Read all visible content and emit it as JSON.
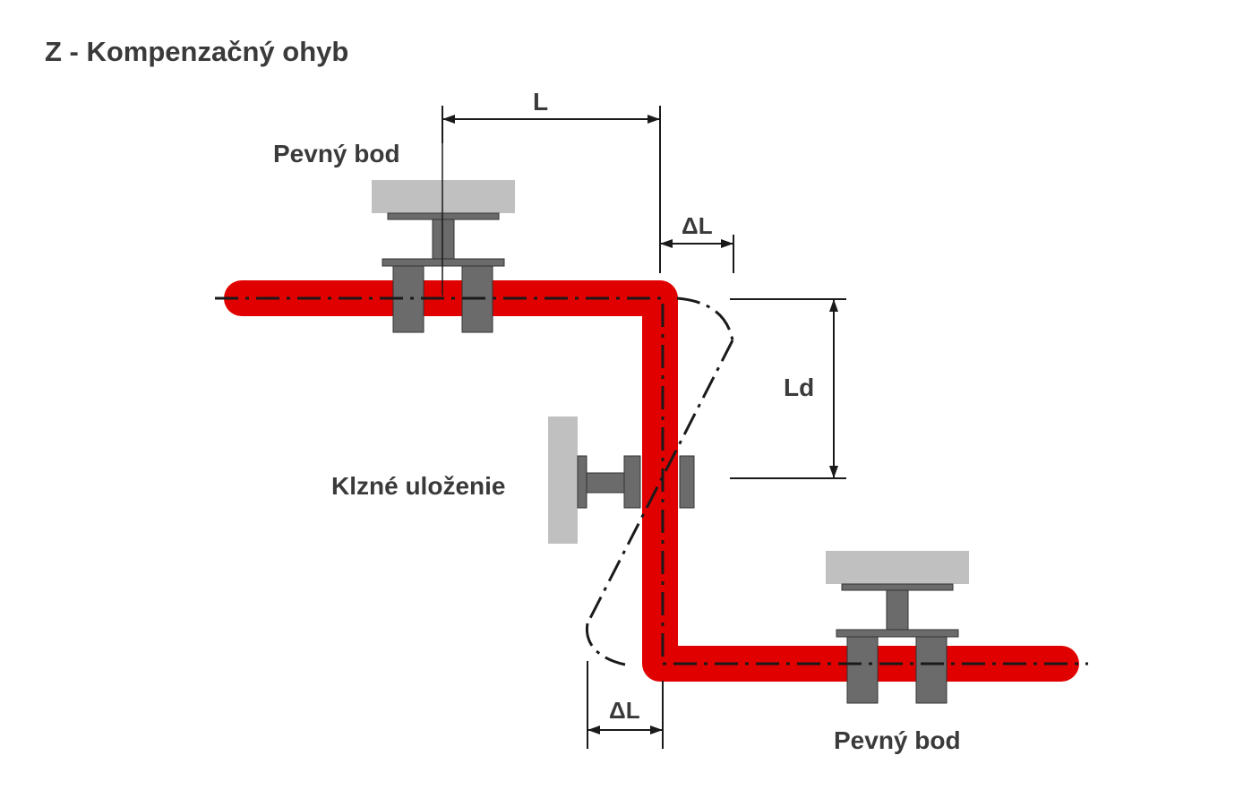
{
  "title": "Z - Kompenzačný ohyb",
  "labels": {
    "fixed_point_top": "Pevný bod",
    "fixed_point_bottom": "Pevný bod",
    "sliding_support": "Klzné uloženie",
    "length": "L",
    "delta_top": "ΔL",
    "delta_bottom": "ΔL",
    "deflection_length": "Ld"
  },
  "colors": {
    "pipe": "#e00000",
    "support_dark": "#6b6b6b",
    "support_light": "#c0c0c0",
    "line": "#1a1a1a",
    "text": "#3a3a3a"
  }
}
